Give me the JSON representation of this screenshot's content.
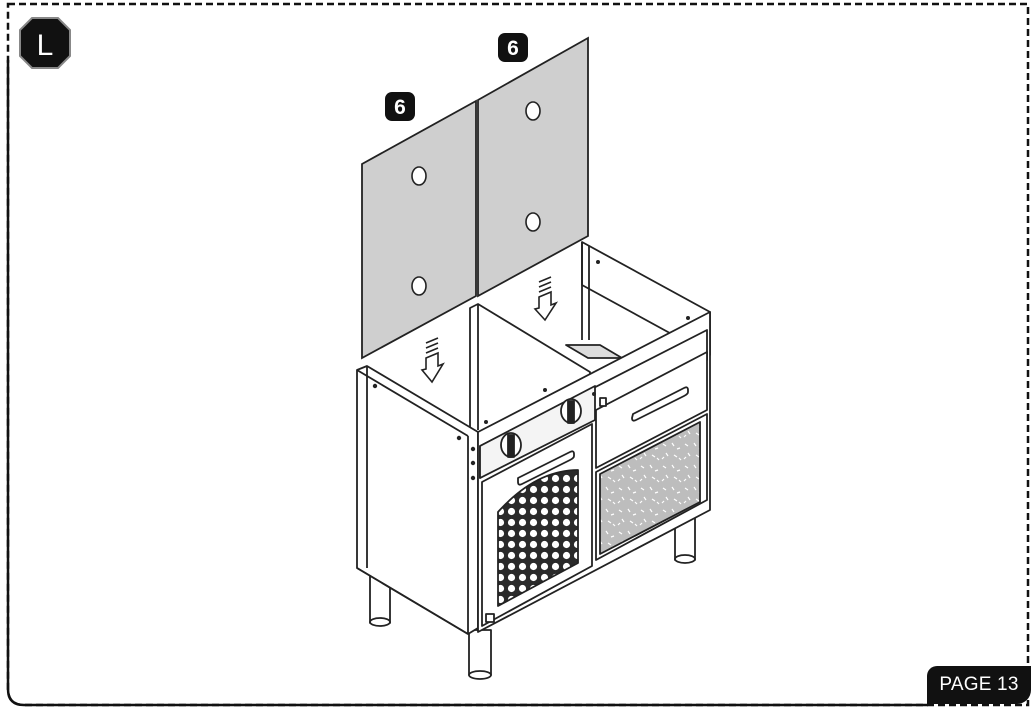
{
  "step": {
    "letter": "L"
  },
  "callouts": [
    {
      "part": "6"
    },
    {
      "part": "6"
    }
  ],
  "footer": {
    "page_label": "PAGE 13"
  }
}
